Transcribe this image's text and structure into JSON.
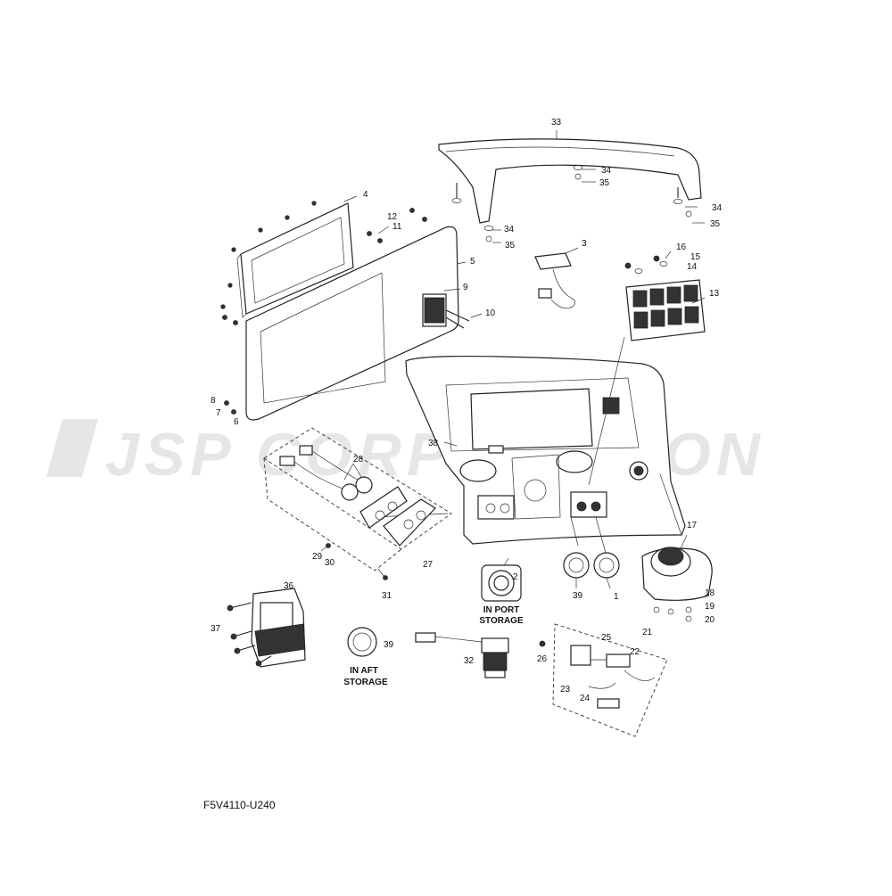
{
  "watermark": "JSP CORPORATION",
  "diagram_code": "F5V4110-U240",
  "captions": {
    "port_line1": "IN PORT",
    "port_line2": "STORAGE",
    "aft_line1": "IN  AFT",
    "aft_line2": "STORAGE"
  },
  "callouts": [
    "1",
    "2",
    "3",
    "4",
    "5",
    "6",
    "7",
    "8",
    "9",
    "10",
    "11",
    "12",
    "13",
    "14",
    "15",
    "16",
    "17",
    "18",
    "19",
    "20",
    "21",
    "22",
    "23",
    "24",
    "25",
    "26",
    "27",
    "28",
    "29",
    "30",
    "31",
    "32",
    "33",
    "34",
    "34",
    "34",
    "35",
    "35",
    "35",
    "36",
    "37",
    "38",
    "39",
    "39"
  ]
}
